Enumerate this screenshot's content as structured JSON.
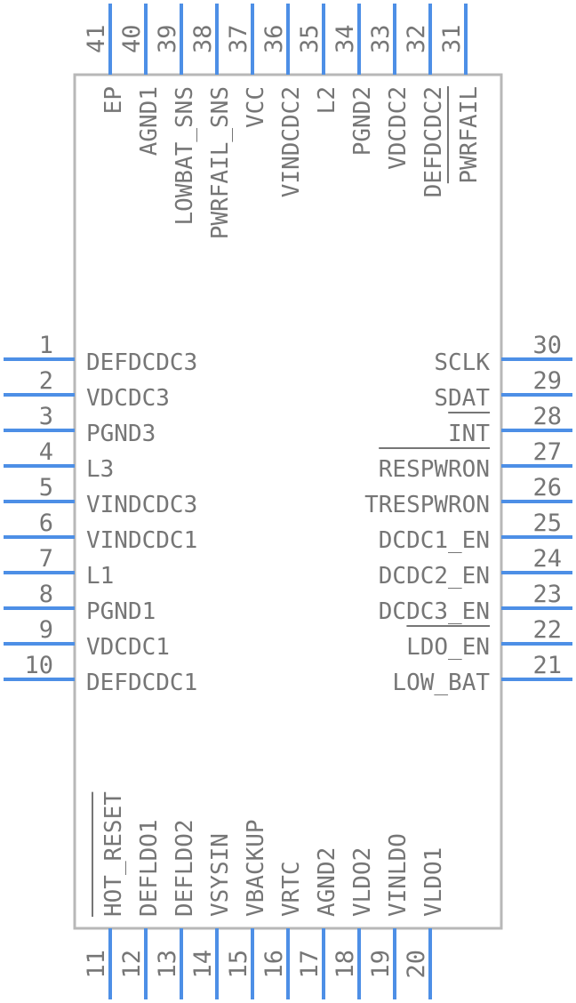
{
  "pins": {
    "left": [
      {
        "num": "1",
        "label": "DEFDCDC3"
      },
      {
        "num": "2",
        "label": "VDCDC3"
      },
      {
        "num": "3",
        "label": "PGND3"
      },
      {
        "num": "4",
        "label": "L3"
      },
      {
        "num": "5",
        "label": "VINDCDC3"
      },
      {
        "num": "6",
        "label": "VINDCDC1"
      },
      {
        "num": "7",
        "label": "L1"
      },
      {
        "num": "8",
        "label": "PGND1"
      },
      {
        "num": "9",
        "label": "VDCDC1"
      },
      {
        "num": "10",
        "label": "DEFDCDC1"
      }
    ],
    "right": [
      {
        "num": "30",
        "label": "SCLK"
      },
      {
        "num": "29",
        "label": "SDAT"
      },
      {
        "num": "28",
        "label": "INT",
        "overbar": true
      },
      {
        "num": "27",
        "label": "RESPWRON",
        "overbar": true
      },
      {
        "num": "26",
        "label": "TRESPWRON"
      },
      {
        "num": "25",
        "label": "DCDC1_EN"
      },
      {
        "num": "24",
        "label": "DCDC2_EN"
      },
      {
        "num": "23",
        "label": "DCDC3_EN"
      },
      {
        "num": "22",
        "label": "LDO_EN",
        "overbar": true
      },
      {
        "num": "21",
        "label": "LOW_BAT"
      }
    ],
    "top": [
      {
        "num": "41",
        "label": "EP"
      },
      {
        "num": "40",
        "label": "AGND1"
      },
      {
        "num": "39",
        "label": "LOWBAT_SNS"
      },
      {
        "num": "38",
        "label": "PWRFAIL_SNS"
      },
      {
        "num": "37",
        "label": "VCC"
      },
      {
        "num": "36",
        "label": "VINDCDC2"
      },
      {
        "num": "35",
        "label": "L2"
      },
      {
        "num": "34",
        "label": "PGND2"
      },
      {
        "num": "33",
        "label": "VDCDC2"
      },
      {
        "num": "32",
        "label": "DEFDCDC2"
      },
      {
        "num": "31",
        "label": "PWRFAIL",
        "overbar": true
      }
    ],
    "bottom": [
      {
        "num": "11",
        "label": "HOT_RESET",
        "overbar": true
      },
      {
        "num": "12",
        "label": "DEFLDO1"
      },
      {
        "num": "13",
        "label": "DEFLDO2"
      },
      {
        "num": "14",
        "label": "VSYSIN"
      },
      {
        "num": "15",
        "label": "VBACKUP"
      },
      {
        "num": "16",
        "label": "VRTC"
      },
      {
        "num": "17",
        "label": "AGND2"
      },
      {
        "num": "18",
        "label": "VLDO2"
      },
      {
        "num": "19",
        "label": "VINLDO"
      },
      {
        "num": "20",
        "label": "VLDO1"
      }
    ]
  },
  "colors": {
    "pin": "#4d8fe6",
    "body": "#b8b8b8",
    "text": "#767676"
  }
}
